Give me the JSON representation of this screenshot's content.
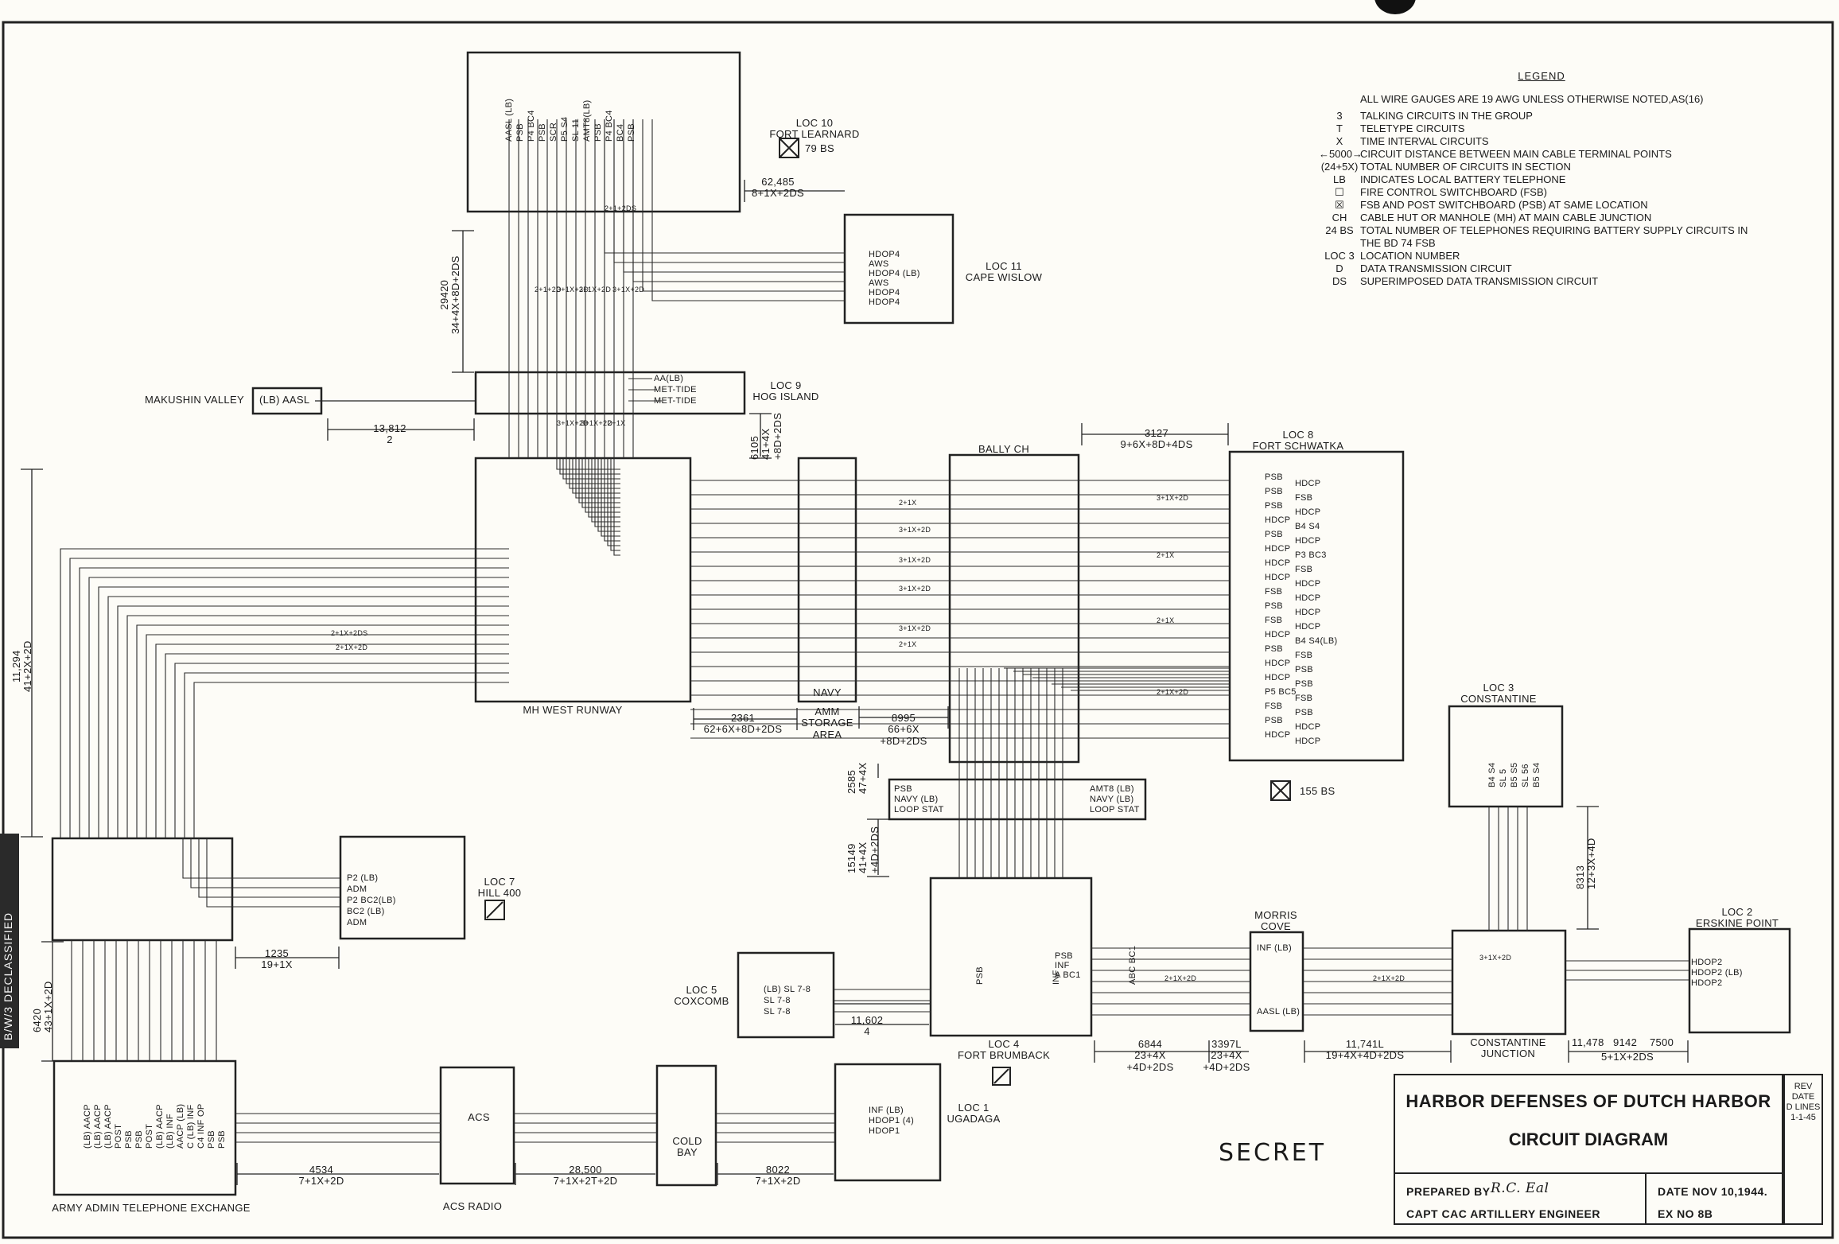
{
  "legend": {
    "title": "LEGEND",
    "header": "ALL WIRE GAUGES ARE 19 AWG UNLESS OTHERWISE NOTED,AS(16)",
    "items": [
      {
        "symbol": "3",
        "text": "TALKING CIRCUITS IN THE GROUP"
      },
      {
        "symbol": "T",
        "text": "TELETYPE CIRCUITS"
      },
      {
        "symbol": "X",
        "text": "TIME INTERVAL CIRCUITS"
      },
      {
        "symbol": "←5000→",
        "text": "CIRCUIT DISTANCE BETWEEN MAIN CABLE TERMINAL POINTS"
      },
      {
        "symbol": "(24+5X)",
        "text": "TOTAL NUMBER OF CIRCUITS IN SECTION"
      },
      {
        "symbol": "LB",
        "text": "INDICATES LOCAL BATTERY TELEPHONE"
      },
      {
        "symbol": "☐",
        "text": "FIRE CONTROL SWITCHBOARD (FSB)"
      },
      {
        "symbol": "☒",
        "text": "FSB AND POST SWITCHBOARD (PSB) AT SAME LOCATION"
      },
      {
        "symbol": "CH",
        "text": "CABLE HUT OR MANHOLE (MH) AT MAIN CABLE JUNCTION"
      },
      {
        "symbol": "24 BS",
        "text": "TOTAL NUMBER OF TELEPHONES REQUIRING BATTERY SUPPLY CIRCUITS IN THE BD 74 FSB"
      },
      {
        "symbol": "LOC 3",
        "text": "LOCATION NUMBER"
      },
      {
        "symbol": "D",
        "text": "DATA TRANSMISSION CIRCUIT"
      },
      {
        "symbol": "DS",
        "text": "SUPERIMPOSED DATA TRANSMISSION CIRCUIT"
      }
    ]
  },
  "title_block": {
    "title": "HARBOR DEFENSES OF DUTCH HARBOR",
    "subtitle": "CIRCUIT DIAGRAM",
    "prepared_label": "PREPARED BY",
    "prepared_by": "R.C. Eal",
    "engineer": "CAPT CAC ARTILLERY ENGINEER",
    "date": "DATE NOV 10,1944.",
    "ex_no": "EX NO 8B",
    "rev": [
      "REV",
      "DATE",
      "D LINES",
      "1-1-45"
    ]
  },
  "classification": "SECRET",
  "stamp_text": "B/W/3  DECLASSIFIED",
  "locations": {
    "loc10": [
      "LOC 10",
      "FORT LEARNARD"
    ],
    "loc10_bs": "79 BS",
    "loc11": [
      "LOC 11",
      "CAPE WISLOW"
    ],
    "loc9": [
      "LOC 9",
      "HOG ISLAND"
    ],
    "loc8": [
      "LOC 8",
      "FORT SCHWATKA"
    ],
    "loc8_bs": "155 BS",
    "loc7": [
      "LOC 7",
      "HILL 400"
    ],
    "loc5": [
      "LOC 5",
      "COXCOMB"
    ],
    "loc4": [
      "LOC 4",
      "FORT BRUMBACK"
    ],
    "loc3": [
      "LOC 3",
      "CONSTANTINE"
    ],
    "loc2": [
      "LOC 2",
      "ERSKINE POINT"
    ],
    "loc1": [
      "LOC 1",
      "UGADAGA"
    ],
    "makushin": "MAKUSHIN VALLEY",
    "makushin_box": "(LB) AASL",
    "bally": "BALLY CH",
    "mh_west": "MH WEST RUNWAY",
    "amm": [
      "AMM",
      "STORAGE",
      "AREA"
    ],
    "morris": [
      "MORRIS",
      "COVE"
    ],
    "constantine_jct": [
      "CONSTANTINE",
      "JUNCTION"
    ],
    "army_admin": "ARMY ADMIN TELEPHONE EXCHANGE",
    "acs_radio": "ACS RADIO",
    "acs": "ACS",
    "cold_bay": [
      "COLD",
      "BAY"
    ],
    "navy": "NAVY"
  },
  "terminals": {
    "loc10": [
      "AASL (LB)",
      "PSB",
      "P4 BC4",
      "PSB",
      "SCR",
      "P5 S4",
      "SL 11",
      "AMT8(LB)",
      "PSB",
      "P4 BC4",
      "BC4",
      "PSB"
    ],
    "loc11": [
      "HDOP4",
      "AWS",
      "HDOP4 (LB)",
      "AWS",
      "HDOP4",
      "HDOP4"
    ],
    "loc9": [
      "AA(LB)",
      "MET-TIDE",
      "MET-TIDE"
    ],
    "loc8_left": [
      "PSB",
      "PSB",
      "PSB",
      "HDCP",
      "PSB",
      "HDCP",
      "HDCP",
      "HDCP",
      "FSB",
      "PSB",
      "FSB",
      "HDCP",
      "PSB",
      "HDCP",
      "HDCP",
      "P5 BC5",
      "FSB",
      "PSB",
      "HDCP"
    ],
    "loc8_right": [
      "HDCP",
      "FSB",
      "HDCP",
      "B4 S4",
      "HDCP",
      "P3 BC3",
      "FSB",
      "HDCP",
      "HDCP",
      "HDCP",
      "HDCP",
      "B4 S4(LB)",
      "FSB",
      "PSB",
      "PSB",
      "FSB",
      "PSB",
      "HDCP",
      "HDCP"
    ],
    "loc7": [
      "P2 (LB)",
      "ADM",
      "P2 BC2(LB)",
      "BC2 (LB)",
      "ADM"
    ],
    "loc3": [
      "B4 S4",
      "SL 5",
      "B5 S5",
      "SL 56",
      "B5 S4"
    ],
    "loc2": [
      "HDOP2",
      "HDOP2 (LB)",
      "HDOP2"
    ],
    "loc1": [
      "INF (LB)",
      "HDOP1 (4)",
      "HDOP1"
    ],
    "loc5": [
      "(LB) SL 7-8",
      "SL 7-8",
      "SL 7-8"
    ],
    "loc4": [
      "PSB",
      "INF",
      "ABC BC1",
      "PSB",
      "INF",
      "A BC1"
    ],
    "morris": [
      "INF (LB)",
      "AASL (LB)"
    ],
    "amm_loop_left": [
      "PSB",
      "NAVY (LB)",
      "LOOP STAT"
    ],
    "amm_loop_right": [
      "AMT8 (LB)",
      "NAVY (LB)",
      "LOOP STAT"
    ],
    "army_admin": [
      "(LB) AACP",
      "(LB) AACP",
      "(LB) AACP",
      "POST",
      "PSB",
      "PSB",
      "POST",
      "(LB) AACP",
      "(LB) INF",
      "AACP (LB)",
      "C (LB) INF",
      "C4 INF OP",
      "PSB",
      "PSB"
    ]
  },
  "distances": {
    "d62485": [
      "62,485",
      "8+1X+2DS"
    ],
    "d29420": [
      "29420",
      "34+4X+8D+2DS"
    ],
    "d13812": [
      "13,812",
      "2"
    ],
    "d6105": [
      "6105",
      "41+4X",
      "+8D+2DS"
    ],
    "d3127": [
      "3127",
      "9+6X+8D+4DS"
    ],
    "d11294": [
      "11,294",
      "41+2X+2D"
    ],
    "d2361": [
      "2361",
      "62+6X+8D+2DS"
    ],
    "d8995": [
      "8995",
      "66+6X",
      "+8D+2DS"
    ],
    "d2585": [
      "2585",
      "47+4X"
    ],
    "d15149": [
      "15149",
      "41+4X",
      "+4D+2DS"
    ],
    "d1235": [
      "1235",
      "19+1X"
    ],
    "d6420": [
      "6420",
      "43+1X+2D"
    ],
    "d8313": [
      "8313",
      "12+3X+4D"
    ],
    "d11602": [
      "11,602",
      "4"
    ],
    "d6844": [
      "6844",
      "23+4X",
      "+4D+2DS"
    ],
    "d3397": [
      "3397L",
      "23+4X",
      "+4D+2DS"
    ],
    "d11741": [
      "11,741L",
      "19+4X+4D+2DS"
    ],
    "d11478": [
      "11,478",
      "9142",
      "7500",
      "5+1X+2DS"
    ],
    "d4534": [
      "4534",
      "7+1X+2D"
    ],
    "d28500": [
      "28,500",
      "7+1X+2T+2D"
    ],
    "d8022": [
      "8022",
      "7+1X+2D"
    ]
  },
  "cable_marks": [
    "2+1+2D",
    "3+1X+2D",
    "3+1X+2D",
    "3+1X+2D",
    "2+1+2DS",
    "3+1X+2D",
    "3+1X+2D",
    "2+1X",
    "2+1X+2DS",
    "2+1X+2D",
    "2+1X",
    "3+1X+2D",
    "3+1X+2D",
    "3+1X+2D",
    "3+1X+2D",
    "2+1X",
    "3+1X+2D",
    "2+1X",
    "2+1X",
    "2+1X+2D",
    "3+1X+2D",
    "2+1X+2D",
    "2+1X+2D"
  ]
}
